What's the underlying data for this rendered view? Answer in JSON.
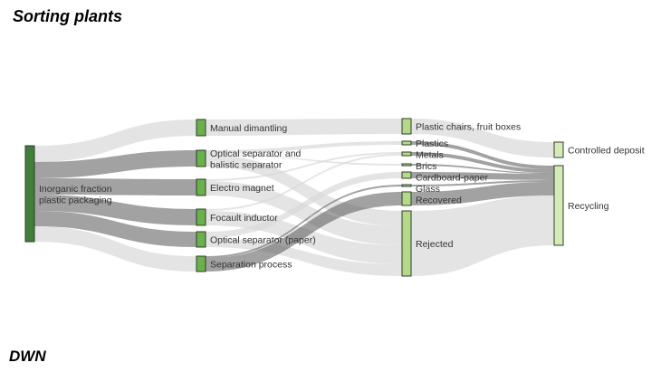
{
  "title": "Sorting plants",
  "footer": "DWN",
  "chart_data": {
    "type": "sankey",
    "nodes": [
      {
        "id": "src",
        "label": [
          "Inorganic fraction",
          "plastic packaging"
        ],
        "color": "#3f7f3a",
        "column": 0
      },
      {
        "id": "manual",
        "label": [
          "Manual dimantling"
        ],
        "color": "#6ab04c",
        "column": 1
      },
      {
        "id": "optical",
        "label": [
          "Optical separator and",
          "balistic separator"
        ],
        "color": "#6ab04c",
        "column": 1
      },
      {
        "id": "electro",
        "label": [
          "Electro magnet"
        ],
        "color": "#6ab04c",
        "column": 1
      },
      {
        "id": "focault",
        "label": [
          "Focault inductor"
        ],
        "color": "#6ab04c",
        "column": 1
      },
      {
        "id": "optpaper",
        "label": [
          "Optical separator (paper)"
        ],
        "color": "#6ab04c",
        "column": 1
      },
      {
        "id": "separation",
        "label": [
          "Separation process"
        ],
        "color": "#6ab04c",
        "column": 1
      },
      {
        "id": "chairs",
        "label": [
          "Plastic chairs, fruit boxes"
        ],
        "color": "#b5d98a",
        "column": 2
      },
      {
        "id": "plastics",
        "label": [
          "Plastics"
        ],
        "color": "#b5d98a",
        "column": 2
      },
      {
        "id": "metals",
        "label": [
          "Metals"
        ],
        "color": "#b5d98a",
        "column": 2
      },
      {
        "id": "brics",
        "label": [
          "Brics"
        ],
        "color": "#b5d98a",
        "column": 2
      },
      {
        "id": "cardboard",
        "label": [
          "Cardboard-paper"
        ],
        "color": "#b5d98a",
        "column": 2
      },
      {
        "id": "glass",
        "label": [
          "Glass"
        ],
        "color": "#b5d98a",
        "column": 2
      },
      {
        "id": "recovered",
        "label": [
          "Recovered"
        ],
        "color": "#b5d98a",
        "column": 2
      },
      {
        "id": "rejected",
        "label": [
          "Rejected"
        ],
        "color": "#b5d98a",
        "column": 2
      },
      {
        "id": "controlled",
        "label": [
          "Controlled deposit"
        ],
        "color": "#d4ebb8",
        "column": 3
      },
      {
        "id": "recycling",
        "label": [
          "Recycling"
        ],
        "color": "#d4ebb8",
        "column": 3
      }
    ],
    "links": [
      {
        "source": "src",
        "target": "manual",
        "value": 18,
        "color": "#d9d9d9"
      },
      {
        "source": "src",
        "target": "optical",
        "value": 18,
        "color": "#555555"
      },
      {
        "source": "src",
        "target": "electro",
        "value": 18,
        "color": "#555555"
      },
      {
        "source": "src",
        "target": "focault",
        "value": 18,
        "color": "#555555"
      },
      {
        "source": "src",
        "target": "optpaper",
        "value": 17,
        "color": "#555555"
      },
      {
        "source": "src",
        "target": "separation",
        "value": 17,
        "color": "#d9d9d9"
      },
      {
        "source": "manual",
        "target": "chairs",
        "value": 17,
        "color": "#d9d9d9"
      },
      {
        "source": "optical",
        "target": "plastics",
        "value": 4,
        "color": "#d9d9d9"
      },
      {
        "source": "optical",
        "target": "brics",
        "value": 1,
        "color": "#d9d9d9"
      },
      {
        "source": "optical",
        "target": "rejected",
        "value": 13,
        "color": "#d9d9d9"
      },
      {
        "source": "electro",
        "target": "metals",
        "value": 2,
        "color": "#d9d9d9"
      },
      {
        "source": "electro",
        "target": "rejected",
        "value": 16,
        "color": "#d9d9d9"
      },
      {
        "source": "focault",
        "target": "metals",
        "value": 2,
        "color": "#d9d9d9"
      },
      {
        "source": "focault",
        "target": "rejected",
        "value": 16,
        "color": "#d9d9d9"
      },
      {
        "source": "optpaper",
        "target": "cardboard",
        "value": 7,
        "color": "#d9d9d9"
      },
      {
        "source": "optpaper",
        "target": "rejected",
        "value": 10,
        "color": "#d9d9d9"
      },
      {
        "source": "separation",
        "target": "glass",
        "value": 2,
        "color": "#555555"
      },
      {
        "source": "separation",
        "target": "recovered",
        "value": 15,
        "color": "#555555"
      },
      {
        "source": "chairs",
        "target": "controlled",
        "value": 17,
        "color": "#d9d9d9"
      },
      {
        "source": "plastics",
        "target": "recycling",
        "value": 4,
        "color": "#555555"
      },
      {
        "source": "metals",
        "target": "recycling",
        "value": 4,
        "color": "#555555"
      },
      {
        "source": "brics",
        "target": "recycling",
        "value": 1,
        "color": "#555555"
      },
      {
        "source": "cardboard",
        "target": "recycling",
        "value": 7,
        "color": "#555555"
      },
      {
        "source": "glass",
        "target": "recycling",
        "value": 2,
        "color": "#555555"
      },
      {
        "source": "recovered",
        "target": "recycling",
        "value": 15,
        "color": "#555555"
      },
      {
        "source": "rejected",
        "target": "recycling",
        "value": 55,
        "color": "#d9d9d9"
      }
    ]
  }
}
